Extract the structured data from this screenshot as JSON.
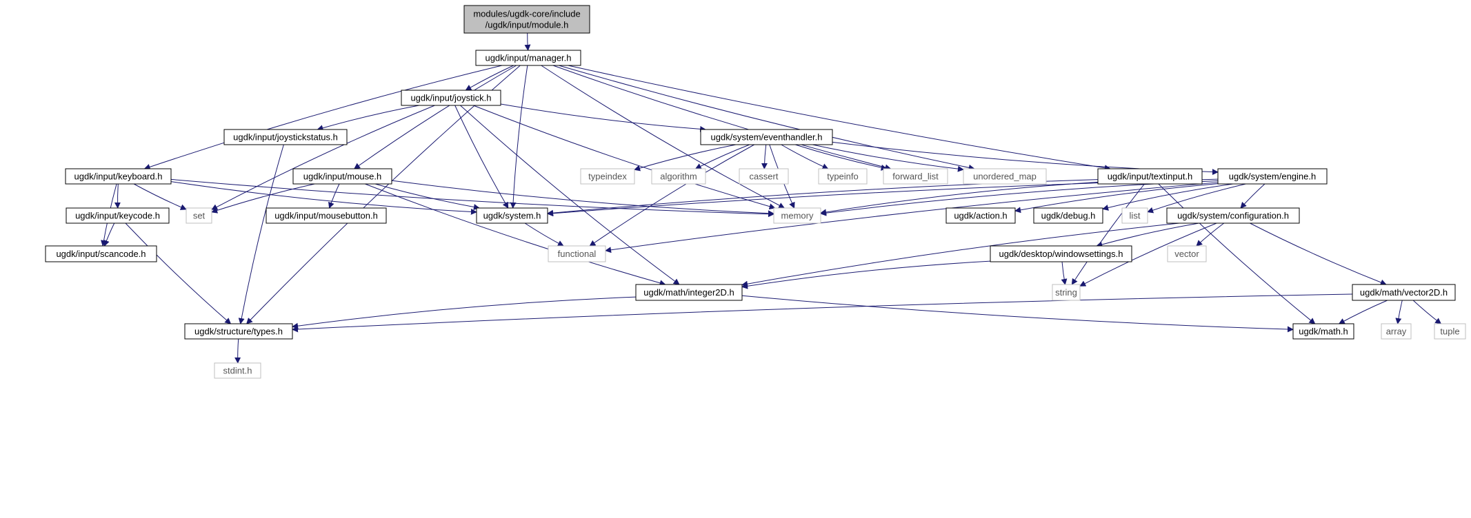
{
  "colors": {
    "edge": "#191970",
    "box_border": "#000000",
    "box_fill": "#ffffff",
    "root_fill": "#bfbfbf",
    "muted_border": "#bfbfbf",
    "muted_text": "#555555",
    "text": "#000000"
  },
  "nodes": [
    {
      "id": "root",
      "label": "modules/ugdk-core/include\n/ugdk/input/module.h",
      "kind": "root"
    },
    {
      "id": "manager",
      "label": "ugdk/input/manager.h",
      "kind": "file"
    },
    {
      "id": "joystick",
      "label": "ugdk/input/joystick.h",
      "kind": "file"
    },
    {
      "id": "joystickstatus",
      "label": "ugdk/input/joystickstatus.h",
      "kind": "file"
    },
    {
      "id": "eventhandler",
      "label": "ugdk/system/eventhandler.h",
      "kind": "file"
    },
    {
      "id": "keyboard",
      "label": "ugdk/input/keyboard.h",
      "kind": "file"
    },
    {
      "id": "mouse",
      "label": "ugdk/input/mouse.h",
      "kind": "file"
    },
    {
      "id": "textinput",
      "label": "ugdk/input/textinput.h",
      "kind": "file"
    },
    {
      "id": "engine",
      "label": "ugdk/system/engine.h",
      "kind": "file"
    },
    {
      "id": "keycode",
      "label": "ugdk/input/keycode.h",
      "kind": "file"
    },
    {
      "id": "set",
      "label": "set",
      "kind": "std"
    },
    {
      "id": "mousebutton",
      "label": "ugdk/input/mousebutton.h",
      "kind": "file"
    },
    {
      "id": "system",
      "label": "ugdk/system.h",
      "kind": "file"
    },
    {
      "id": "memory",
      "label": "memory",
      "kind": "std"
    },
    {
      "id": "action",
      "label": "ugdk/action.h",
      "kind": "file"
    },
    {
      "id": "debug",
      "label": "ugdk/debug.h",
      "kind": "file"
    },
    {
      "id": "list",
      "label": "list",
      "kind": "std"
    },
    {
      "id": "configuration",
      "label": "ugdk/system/configuration.h",
      "kind": "file"
    },
    {
      "id": "typeindex",
      "label": "typeindex",
      "kind": "std"
    },
    {
      "id": "algorithm",
      "label": "algorithm",
      "kind": "std"
    },
    {
      "id": "cassert",
      "label": "cassert",
      "kind": "std"
    },
    {
      "id": "typeinfo",
      "label": "typeinfo",
      "kind": "std"
    },
    {
      "id": "forward_list",
      "label": "forward_list",
      "kind": "std"
    },
    {
      "id": "unordered_map",
      "label": "unordered_map",
      "kind": "std"
    },
    {
      "id": "scancode",
      "label": "ugdk/input/scancode.h",
      "kind": "file"
    },
    {
      "id": "functional",
      "label": "functional",
      "kind": "std"
    },
    {
      "id": "windowsettings",
      "label": "ugdk/desktop/windowsettings.h",
      "kind": "file"
    },
    {
      "id": "vector",
      "label": "vector",
      "kind": "std"
    },
    {
      "id": "integer2d",
      "label": "ugdk/math/integer2D.h",
      "kind": "file"
    },
    {
      "id": "string",
      "label": "string",
      "kind": "std"
    },
    {
      "id": "vector2d",
      "label": "ugdk/math/vector2D.h",
      "kind": "file"
    },
    {
      "id": "types",
      "label": "ugdk/structure/types.h",
      "kind": "file"
    },
    {
      "id": "math",
      "label": "ugdk/math.h",
      "kind": "file"
    },
    {
      "id": "array",
      "label": "array",
      "kind": "std"
    },
    {
      "id": "tuple",
      "label": "tuple",
      "kind": "std"
    },
    {
      "id": "stdint",
      "label": "stdint.h",
      "kind": "std"
    }
  ],
  "edges": [
    [
      "root",
      "manager"
    ],
    [
      "manager",
      "types"
    ],
    [
      "manager",
      "keyboard"
    ],
    [
      "manager",
      "mouse"
    ],
    [
      "manager",
      "joystick"
    ],
    [
      "manager",
      "system"
    ],
    [
      "manager",
      "forward_list"
    ],
    [
      "manager",
      "unordered_map"
    ],
    [
      "manager",
      "textinput"
    ],
    [
      "manager",
      "memory"
    ],
    [
      "joystick",
      "set"
    ],
    [
      "joystick",
      "joystickstatus"
    ],
    [
      "joystick",
      "eventhandler"
    ],
    [
      "joystick",
      "system"
    ],
    [
      "joystick",
      "memory"
    ],
    [
      "joystick",
      "integer2d"
    ],
    [
      "joystickstatus",
      "types"
    ],
    [
      "eventhandler",
      "functional"
    ],
    [
      "eventhandler",
      "typeindex"
    ],
    [
      "eventhandler",
      "algorithm"
    ],
    [
      "eventhandler",
      "cassert"
    ],
    [
      "eventhandler",
      "memory"
    ],
    [
      "eventhandler",
      "typeinfo"
    ],
    [
      "eventhandler",
      "forward_list"
    ],
    [
      "eventhandler",
      "unordered_map"
    ],
    [
      "eventhandler",
      "engine"
    ],
    [
      "keyboard",
      "keycode"
    ],
    [
      "keyboard",
      "set"
    ],
    [
      "keyboard",
      "system"
    ],
    [
      "keyboard",
      "scancode"
    ],
    [
      "keyboard",
      "memory"
    ],
    [
      "keycode",
      "scancode"
    ],
    [
      "keycode",
      "types"
    ],
    [
      "mouse",
      "set"
    ],
    [
      "mouse",
      "mousebutton"
    ],
    [
      "mouse",
      "system"
    ],
    [
      "mouse",
      "memory"
    ],
    [
      "mouse",
      "integer2d"
    ],
    [
      "textinput",
      "system"
    ],
    [
      "textinput",
      "memory"
    ],
    [
      "textinput",
      "string"
    ],
    [
      "textinput",
      "math"
    ],
    [
      "engine",
      "system"
    ],
    [
      "engine",
      "memory"
    ],
    [
      "engine",
      "functional"
    ],
    [
      "engine",
      "action"
    ],
    [
      "engine",
      "debug"
    ],
    [
      "engine",
      "list"
    ],
    [
      "engine",
      "configuration"
    ],
    [
      "system",
      "functional"
    ],
    [
      "configuration",
      "integer2d"
    ],
    [
      "configuration",
      "windowsettings"
    ],
    [
      "configuration",
      "vector"
    ],
    [
      "configuration",
      "string"
    ],
    [
      "configuration",
      "vector2d"
    ],
    [
      "windowsettings",
      "string"
    ],
    [
      "windowsettings",
      "integer2d"
    ],
    [
      "integer2d",
      "types"
    ],
    [
      "integer2d",
      "math"
    ],
    [
      "vector2d",
      "types"
    ],
    [
      "vector2d",
      "math"
    ],
    [
      "vector2d",
      "array"
    ],
    [
      "vector2d",
      "tuple"
    ],
    [
      "types",
      "stdint"
    ]
  ]
}
